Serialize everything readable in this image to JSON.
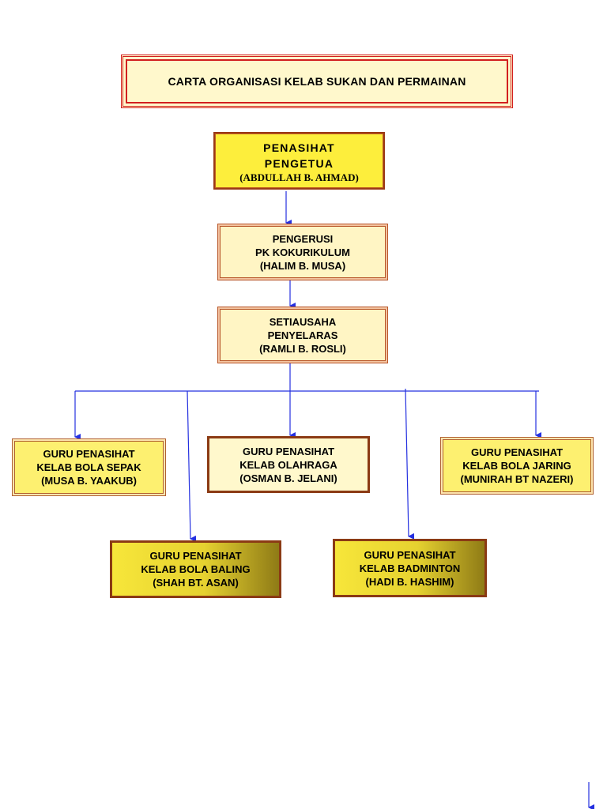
{
  "title": "CARTA ORGANISASI KELAB SUKAN DAN PERMAINAN",
  "advisor": {
    "role1": "PENASIHAT",
    "role2": "PENGETUA",
    "name": "(ABDULLAH B. AHMAD)"
  },
  "chair": {
    "l1": "PENGERUSI",
    "l2": "PK KOKURIKULUM",
    "l3": "(HALIM B. MUSA)"
  },
  "secretary": {
    "l1": "SETIAUSAHA",
    "l2": "PENYELARAS",
    "l3": "(RAMLI B. ROSLI)"
  },
  "clubs": [
    {
      "l1": "GURU PENASIHAT",
      "l2": "KELAB BOLA SEPAK",
      "l3": "(MUSA B. YAAKUB)"
    },
    {
      "l1": "GURU PENASIHAT",
      "l2": "KELAB OLAHRAGA",
      "l3": "(OSMAN B. JELANI)"
    },
    {
      "l1": "GURU PENASIHAT",
      "l2": "KELAB BOLA JARING",
      "l3": "(MUNIRAH BT NAZERI)"
    },
    {
      "l1": "GURU PENASIHAT",
      "l2": "KELAB BOLA BALING",
      "l3": "(SHAH BT. ASAN)"
    },
    {
      "l1": "GURU PENASIHAT",
      "l2": "KELAB BADMINTON",
      "l3": "(HADI B. HASHIM)"
    }
  ],
  "colors": {
    "connector": "#2430e0",
    "title_border": "#d21f1f",
    "box_border": "#8b3a14"
  }
}
